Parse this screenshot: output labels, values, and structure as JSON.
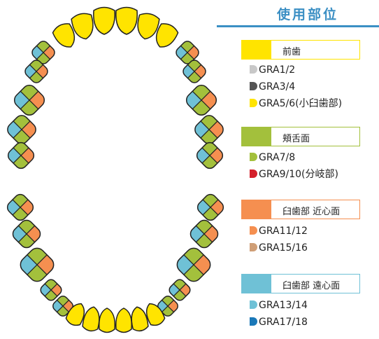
{
  "title": "使用部位",
  "colors": {
    "anterior": "#ffe400",
    "buccal": "#a3c03c",
    "mesial": "#f58f50",
    "distal": "#6fc1d6",
    "outline": "#222222",
    "title": "#3b8fc4"
  },
  "legend": [
    {
      "label": "前歯",
      "color": "#ffe400",
      "items": [
        {
          "label": "GRA1/2",
          "color": "#c8c8c8"
        },
        {
          "label": "GRA3/4",
          "color": "#555555"
        },
        {
          "label": "GRA5/6(小臼歯部)",
          "color": "#ffe400"
        }
      ]
    },
    {
      "label": "頬舌面",
      "color": "#a3c03c",
      "items": [
        {
          "label": "GRA7/8",
          "color": "#a3c03c"
        },
        {
          "label": "GRA9/10(分岐部)",
          "color": "#d4202b"
        }
      ]
    },
    {
      "label": "臼歯部 近心面",
      "color": "#f58f50",
      "items": [
        {
          "label": "GRA11/12",
          "color": "#f58f50"
        },
        {
          "label": "GRA15/16",
          "color": "#cf9e76"
        }
      ]
    },
    {
      "label": "臼歯部 遠心面",
      "color": "#6fc1d6",
      "items": [
        {
          "label": "GRA13/14",
          "color": "#6fc1d6"
        },
        {
          "label": "GRA17/18",
          "color": "#1a78b8"
        }
      ]
    }
  ],
  "teeth": {
    "upper_anterior_count": 6,
    "lower_anterior_count": 6,
    "posterior_per_quadrant": 5
  }
}
